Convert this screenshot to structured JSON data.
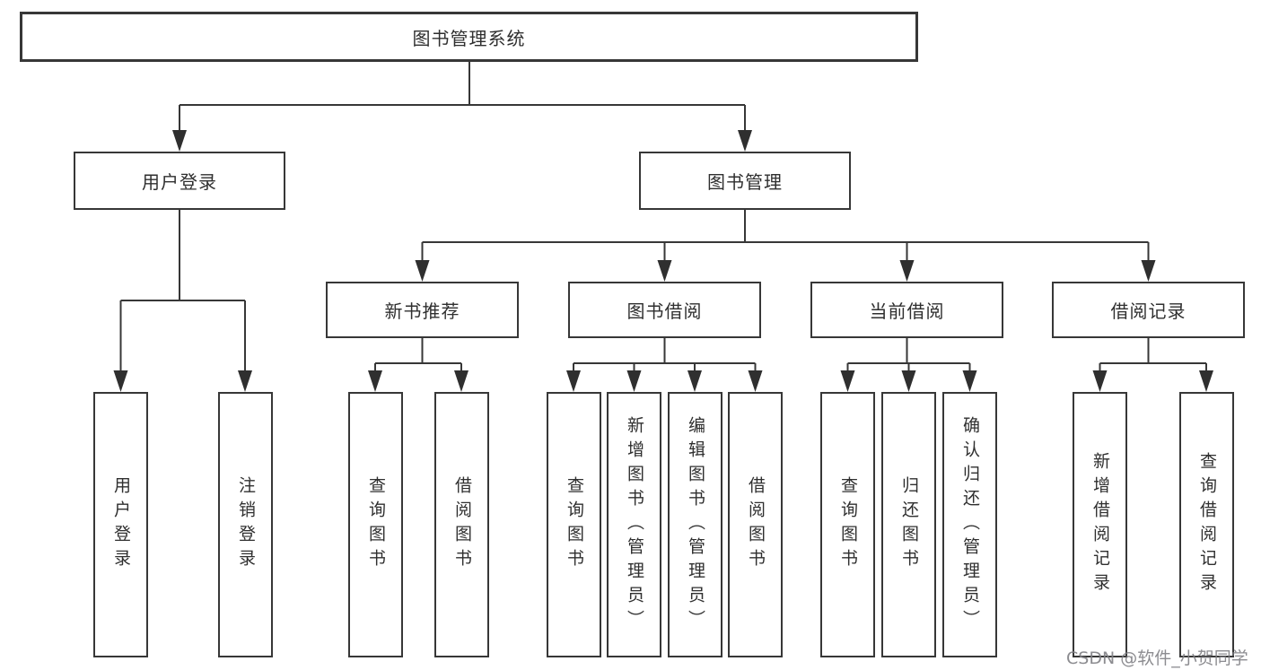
{
  "diagram": {
    "root": {
      "label": "图书管理系统",
      "children": [
        {
          "label": "用户登录",
          "children": [
            {
              "label": "用户登录"
            },
            {
              "label": "注销登录"
            }
          ]
        },
        {
          "label": "图书管理",
          "children": [
            {
              "label": "新书推荐",
              "children": [
                {
                  "label": "查询图书"
                },
                {
                  "label": "借阅图书"
                }
              ]
            },
            {
              "label": "图书借阅",
              "children": [
                {
                  "label": "查询图书"
                },
                {
                  "label": "新增图书（管理员）"
                },
                {
                  "label": "编辑图书（管理员）"
                },
                {
                  "label": "借阅图书"
                }
              ]
            },
            {
              "label": "当前借阅",
              "children": [
                {
                  "label": "查询图书"
                },
                {
                  "label": "归还图书"
                },
                {
                  "label": "确认归还（管理员）"
                }
              ]
            },
            {
              "label": "借阅记录",
              "children": [
                {
                  "label": "新增借阅记录"
                },
                {
                  "label": "查询借阅记录"
                }
              ]
            }
          ]
        }
      ]
    },
    "line_color": "#373737"
  },
  "watermark": {
    "text": "CSDN @软件_小贺同学"
  }
}
